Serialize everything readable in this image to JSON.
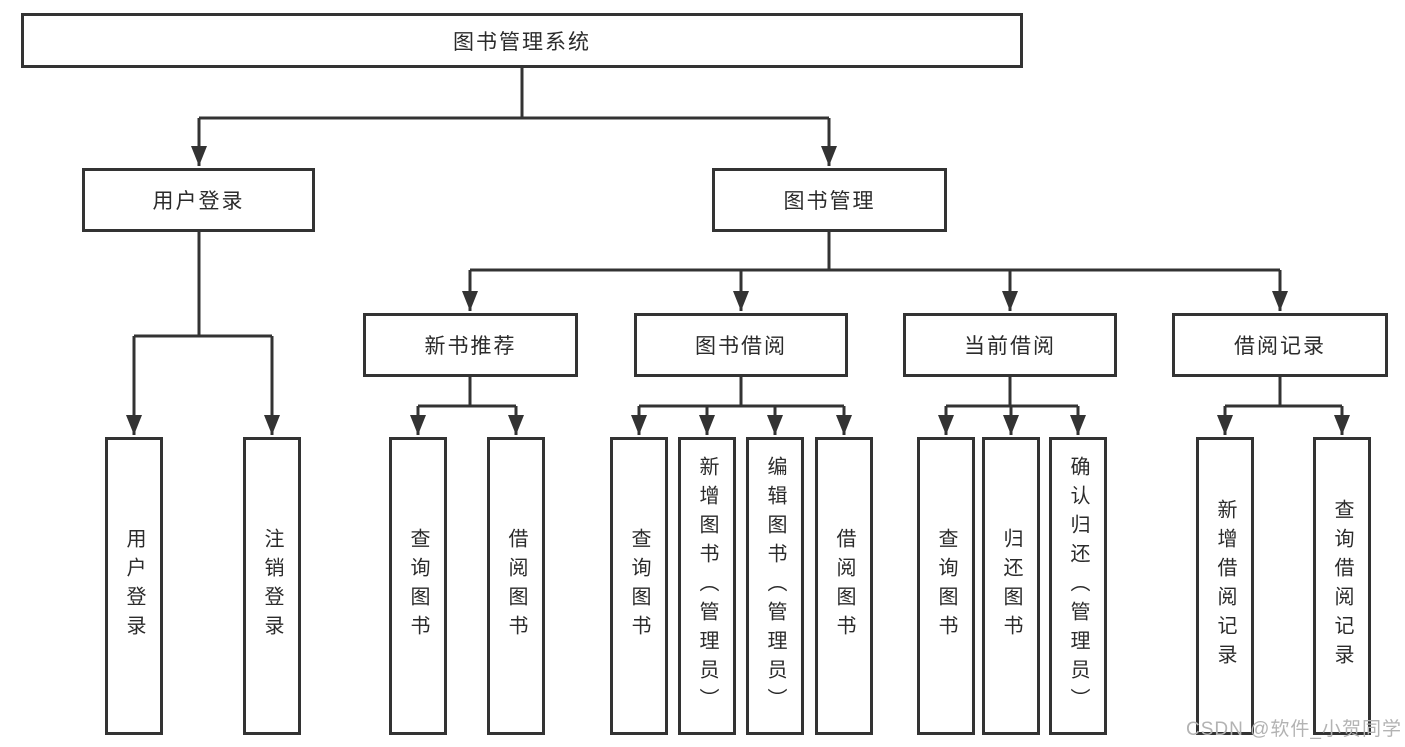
{
  "tree": {
    "root": "图书管理系统",
    "branches": [
      {
        "label": "用户登录",
        "children": [
          "用户登录",
          "注销登录"
        ]
      },
      {
        "label": "图书管理",
        "groups": [
          {
            "label": "新书推荐",
            "children": [
              "查询图书",
              "借阅图书"
            ]
          },
          {
            "label": "图书借阅",
            "children": [
              "查询图书",
              "新增图书（管理员）",
              "编辑图书（管理员）",
              "借阅图书"
            ]
          },
          {
            "label": "当前借阅",
            "children": [
              "查询图书",
              "归还图书",
              "确认归还（管理员）"
            ]
          },
          {
            "label": "借阅记录",
            "children": [
              "新增借阅记录",
              "查询借阅记录"
            ]
          }
        ]
      }
    ]
  },
  "watermark": "CSDN @软件_小贺同学",
  "colors": {
    "line": "#333333",
    "text": "#2b2b2b",
    "watermark": "#b3b3b3",
    "background": "#ffffff"
  }
}
